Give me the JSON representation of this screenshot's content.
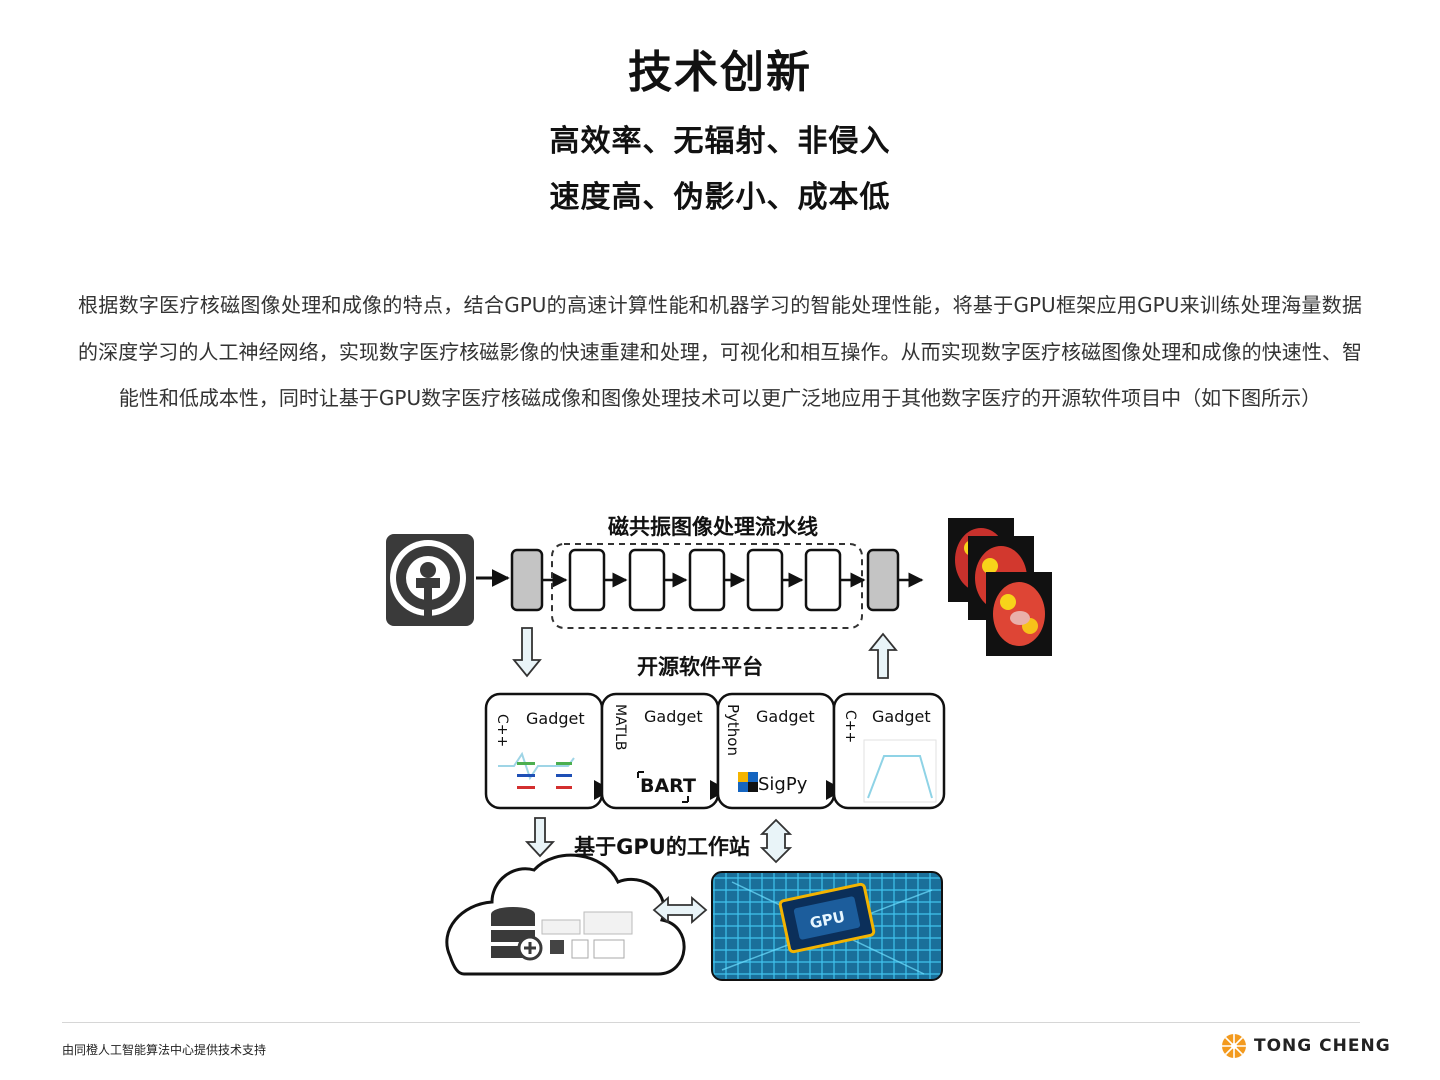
{
  "header": {
    "title": "技术创新",
    "tagline_1": "高效率、无辐射、非侵入",
    "tagline_2": "速度高、伪影小、成本低"
  },
  "description": "根据数字医疗核磁图像处理和成像的特点，结合GPU的高速计算性能和机器学习的智能处理性能，将基于GPU框架应用GPU来训练处理海量数据的深度学习的人工神经网络，实现数字医疗核磁影像的快速重建和处理，可视化和相互操作。从而实现数字医疗核磁图像处理和成像的快速性、智能性和低成本性，同时让基于GPU数字医疗核磁成像和图像处理技术可以更广泛地应用于其他数字医疗的开源软件项目中（如下图所示）",
  "diagram": {
    "pipeline_label": "磁共振图像处理流水线",
    "platform_label": "开源软件平台",
    "workstation_label": "基于GPU的工作站",
    "gadgets": [
      {
        "lang": "C++",
        "name": "Gadget"
      },
      {
        "lang": "MATLB",
        "name": "Gadget",
        "lib": "BART"
      },
      {
        "lang": "Python",
        "name": "Gadget",
        "lib": "SigPy"
      },
      {
        "lang": "C++",
        "name": "Gadget"
      }
    ],
    "gpu_chip_label": "GPU"
  },
  "footer": {
    "support_text": "由同橙人工智能算法中心提供技术支持",
    "brand": "TONG CHENG",
    "brand_color": "#f39a1e"
  }
}
